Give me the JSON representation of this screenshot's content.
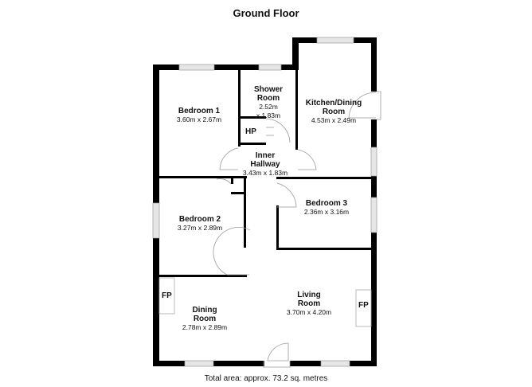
{
  "title": "Ground Floor",
  "footer": "Total area: approx. 73.2 sq. metres",
  "colors": {
    "wall": "#000000",
    "window_fill": "#e6e6e6",
    "door_line": "#9a9a9a",
    "background": "#ffffff"
  },
  "rooms": [
    {
      "id": "bedroom1",
      "name": "Bedroom 1",
      "dims": "3.60m x 2.67m"
    },
    {
      "id": "shower",
      "name_line1": "Shower",
      "name_line2": "Room",
      "dims_line1": "2.52m",
      "dims_line2": "x 1.83m"
    },
    {
      "id": "kitchen",
      "name_line1": "Kitchen/Dining",
      "name_line2": "Room",
      "dims": "4.53m x 2.49m"
    },
    {
      "id": "hp",
      "name": "HP"
    },
    {
      "id": "hallway",
      "name_line1": "Inner",
      "name_line2": "Hallway",
      "dims": "3.43m x 1.83m"
    },
    {
      "id": "bedroom2",
      "name": "Bedroom 2",
      "dims": "3.27m x 2.89m"
    },
    {
      "id": "bedroom3",
      "name": "Bedroom 3",
      "dims": "2.36m x 3.16m"
    },
    {
      "id": "dining",
      "name_line1": "Dining",
      "name_line2": "Room",
      "dims": "2.78m x 2.89m"
    },
    {
      "id": "living",
      "name_line1": "Living",
      "name_line2": "Room",
      "dims": "3.70m x 4.20m"
    }
  ],
  "fireplaces": [
    {
      "label": "FP"
    },
    {
      "label": "FP"
    }
  ]
}
